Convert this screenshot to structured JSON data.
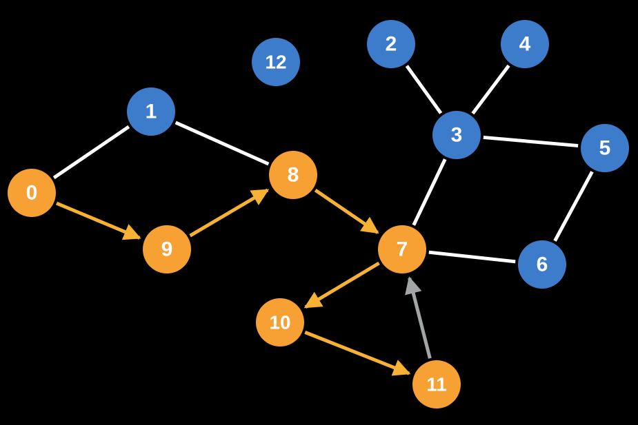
{
  "colors": {
    "background": "#000000",
    "visited_node": "#F7A034",
    "unvisited_node": "#3D7CCB",
    "undirected_edge": "#FFFFFF",
    "path_edge": "#F7B234",
    "back_edge": "#A3A6A6"
  },
  "nodes": [
    {
      "id": "0",
      "state": "visited"
    },
    {
      "id": "1",
      "state": "unvisited"
    },
    {
      "id": "2",
      "state": "unvisited"
    },
    {
      "id": "3",
      "state": "unvisited"
    },
    {
      "id": "4",
      "state": "unvisited"
    },
    {
      "id": "5",
      "state": "unvisited"
    },
    {
      "id": "6",
      "state": "unvisited"
    },
    {
      "id": "7",
      "state": "visited"
    },
    {
      "id": "8",
      "state": "visited"
    },
    {
      "id": "9",
      "state": "visited"
    },
    {
      "id": "10",
      "state": "visited"
    },
    {
      "id": "11",
      "state": "visited"
    },
    {
      "id": "12",
      "state": "unvisited"
    }
  ],
  "edges": [
    {
      "from": "0",
      "to": "1",
      "kind": "undirected"
    },
    {
      "from": "1",
      "to": "8",
      "kind": "undirected"
    },
    {
      "from": "2",
      "to": "3",
      "kind": "undirected"
    },
    {
      "from": "4",
      "to": "3",
      "kind": "undirected"
    },
    {
      "from": "3",
      "to": "5",
      "kind": "undirected"
    },
    {
      "from": "3",
      "to": "7",
      "kind": "undirected"
    },
    {
      "from": "5",
      "to": "6",
      "kind": "undirected"
    },
    {
      "from": "7",
      "to": "6",
      "kind": "undirected"
    },
    {
      "from": "0",
      "to": "9",
      "kind": "path"
    },
    {
      "from": "9",
      "to": "8",
      "kind": "path"
    },
    {
      "from": "8",
      "to": "7",
      "kind": "path"
    },
    {
      "from": "7",
      "to": "10",
      "kind": "path"
    },
    {
      "from": "10",
      "to": "11",
      "kind": "path"
    },
    {
      "from": "11",
      "to": "7",
      "kind": "back"
    }
  ]
}
